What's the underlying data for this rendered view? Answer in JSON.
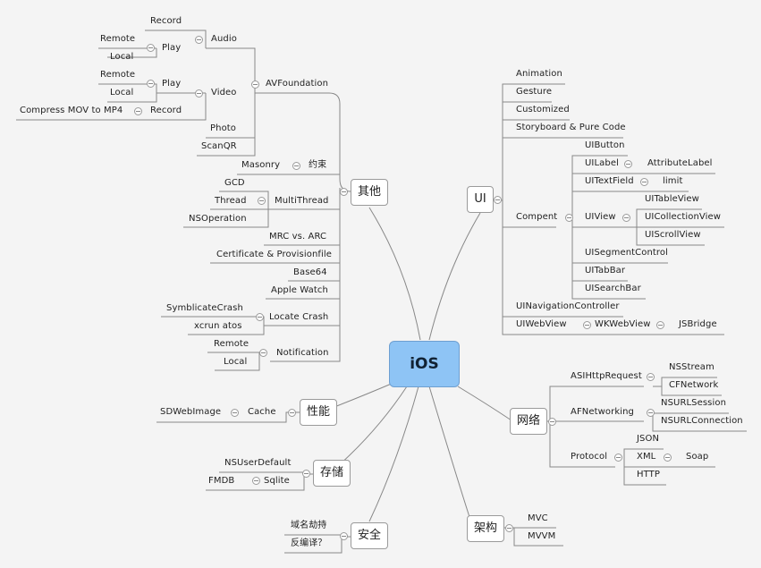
{
  "root": "iOS",
  "main": {
    "other": "其他",
    "ui": "UI",
    "perf": "性能",
    "storage": "存储",
    "security": "安全",
    "net": "网络",
    "arch": "架构"
  },
  "topics": {
    "record": "Record",
    "remote": "Remote",
    "play": "Play",
    "audio": "Audio",
    "local": "Local",
    "video": "Video",
    "compress": "Compress MOV to MP4",
    "photo": "Photo",
    "scanqr": "ScanQR",
    "avfoundation": "AVFoundation",
    "masonry": "Masonry",
    "yueshu": "约束",
    "gcd": "GCD",
    "thread": "Thread",
    "multithread": "MultiThread",
    "nsoperation": "NSOperation",
    "mrc": "MRC vs. ARC",
    "cert": "Certificate & Provisionfile",
    "base64": "Base64",
    "applewatch": "Apple Watch",
    "symbolicate": "SymblicateCrash",
    "xcrun": "xcrun atos",
    "locatecrash": "Locate Crash",
    "notification": "Notification",
    "sdwebimage": "SDWebImage",
    "cache": "Cache",
    "nsuserdefault": "NSUserDefault",
    "fmdb": "FMDB",
    "sqlite": "Sqlite",
    "hijack": "域名劫持",
    "decompile": "反编译？",
    "animation": "Animation",
    "gesture": "Gesture",
    "customized": "Customized",
    "storyboard": "Storyboard & Pure Code",
    "uibutton": "UIButton",
    "uilabel": "UILabel",
    "attributelabel": "AttributeLabel",
    "uitextfield": "UITextField",
    "limit": "limit",
    "compent": "Compent",
    "uiview": "UIView",
    "uitableview": "UITableView",
    "uicollectionview": "UICollectionView",
    "uiscrollview": "UIScrollView",
    "uisegment": "UISegmentControl",
    "uitabbar": "UITabBar",
    "uisearchbar": "UISearchBar",
    "uinav": "UINavigationController",
    "uiwebview": "UIWebView",
    "wkwebview": "WKWebView",
    "jsbridge": "JSBridge",
    "asihttp": "ASIHttpRequest",
    "nsstream": "NSStream",
    "cfnetwork": "CFNetwork",
    "afnetworking": "AFNetworking",
    "nsurlsession": "NSURLSession",
    "nsurlconnection": "NSURLConnection",
    "protocol": "Protocol",
    "json": "JSON",
    "xml": "XML",
    "soap": "Soap",
    "http": "HTTP",
    "mvc": "MVC",
    "mvvm": "MVVM"
  }
}
